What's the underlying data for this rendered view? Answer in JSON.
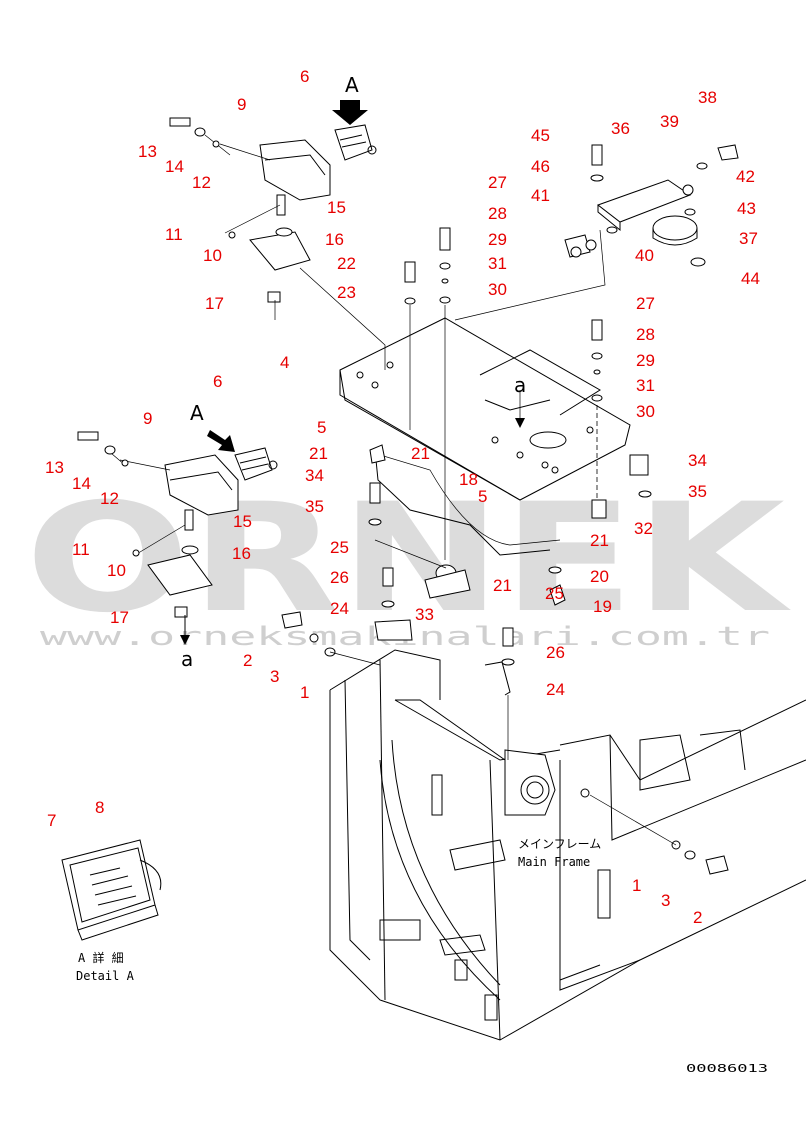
{
  "watermark": {
    "brand": "ORNEK",
    "url": "www.orneksmakinalari.com.tr"
  },
  "view_markers": {
    "a_upper": "A",
    "a_lower": "A",
    "small_a_upper": "a",
    "small_a_lower": "a"
  },
  "annotations": {
    "main_frame_jp": "メインフレーム",
    "main_frame_en": "Main Frame",
    "detail_jp": "A 詳 細",
    "detail_en": "Detail A"
  },
  "drawing_code": "00086013",
  "callouts": [
    {
      "id": "c1",
      "label": "6"
    },
    {
      "id": "c2",
      "label": "9"
    },
    {
      "id": "c3",
      "label": "13"
    },
    {
      "id": "c4",
      "label": "14"
    },
    {
      "id": "c5",
      "label": "12"
    },
    {
      "id": "c6",
      "label": "15"
    },
    {
      "id": "c7",
      "label": "11"
    },
    {
      "id": "c8",
      "label": "16"
    },
    {
      "id": "c9",
      "label": "10"
    },
    {
      "id": "c10",
      "label": "17"
    },
    {
      "id": "c11",
      "label": "22"
    },
    {
      "id": "c12",
      "label": "23"
    },
    {
      "id": "c13",
      "label": "27"
    },
    {
      "id": "c14",
      "label": "28"
    },
    {
      "id": "c15",
      "label": "29"
    },
    {
      "id": "c16",
      "label": "31"
    },
    {
      "id": "c17",
      "label": "30"
    },
    {
      "id": "c18",
      "label": "45"
    },
    {
      "id": "c19",
      "label": "46"
    },
    {
      "id": "c20",
      "label": "41"
    },
    {
      "id": "c21",
      "label": "36"
    },
    {
      "id": "c22",
      "label": "39"
    },
    {
      "id": "c23",
      "label": "38"
    },
    {
      "id": "c24",
      "label": "42"
    },
    {
      "id": "c25",
      "label": "43"
    },
    {
      "id": "c26",
      "label": "40"
    },
    {
      "id": "c27",
      "label": "37"
    },
    {
      "id": "c28",
      "label": "44"
    },
    {
      "id": "c29",
      "label": "4"
    },
    {
      "id": "c30",
      "label": "27"
    },
    {
      "id": "c31",
      "label": "28"
    },
    {
      "id": "c32",
      "label": "29"
    },
    {
      "id": "c33",
      "label": "31"
    },
    {
      "id": "c34",
      "label": "30"
    },
    {
      "id": "c35",
      "label": "6"
    },
    {
      "id": "c36",
      "label": "9"
    },
    {
      "id": "c37",
      "label": "13"
    },
    {
      "id": "c38",
      "label": "14"
    },
    {
      "id": "c39",
      "label": "12"
    },
    {
      "id": "c40",
      "label": "15"
    },
    {
      "id": "c41",
      "label": "11"
    },
    {
      "id": "c42",
      "label": "16"
    },
    {
      "id": "c43",
      "label": "10"
    },
    {
      "id": "c44",
      "label": "17"
    },
    {
      "id": "c45",
      "label": "5"
    },
    {
      "id": "c46",
      "label": "21"
    },
    {
      "id": "c47",
      "label": "34"
    },
    {
      "id": "c48",
      "label": "21"
    },
    {
      "id": "c49",
      "label": "18"
    },
    {
      "id": "c50",
      "label": "5"
    },
    {
      "id": "c51",
      "label": "35"
    },
    {
      "id": "c52",
      "label": "34"
    },
    {
      "id": "c53",
      "label": "35"
    },
    {
      "id": "c54",
      "label": "32"
    },
    {
      "id": "c55",
      "label": "21"
    },
    {
      "id": "c56",
      "label": "25"
    },
    {
      "id": "c57",
      "label": "26"
    },
    {
      "id": "c58",
      "label": "20"
    },
    {
      "id": "c59",
      "label": "21"
    },
    {
      "id": "c60",
      "label": "24"
    },
    {
      "id": "c61",
      "label": "33"
    },
    {
      "id": "c62",
      "label": "25"
    },
    {
      "id": "c63",
      "label": "19"
    },
    {
      "id": "c64",
      "label": "2"
    },
    {
      "id": "c65",
      "label": "3"
    },
    {
      "id": "c66",
      "label": "1"
    },
    {
      "id": "c67",
      "label": "26"
    },
    {
      "id": "c68",
      "label": "24"
    },
    {
      "id": "c69",
      "label": "7"
    },
    {
      "id": "c70",
      "label": "8"
    },
    {
      "id": "c71",
      "label": "1"
    },
    {
      "id": "c72",
      "label": "3"
    },
    {
      "id": "c73",
      "label": "2"
    }
  ]
}
